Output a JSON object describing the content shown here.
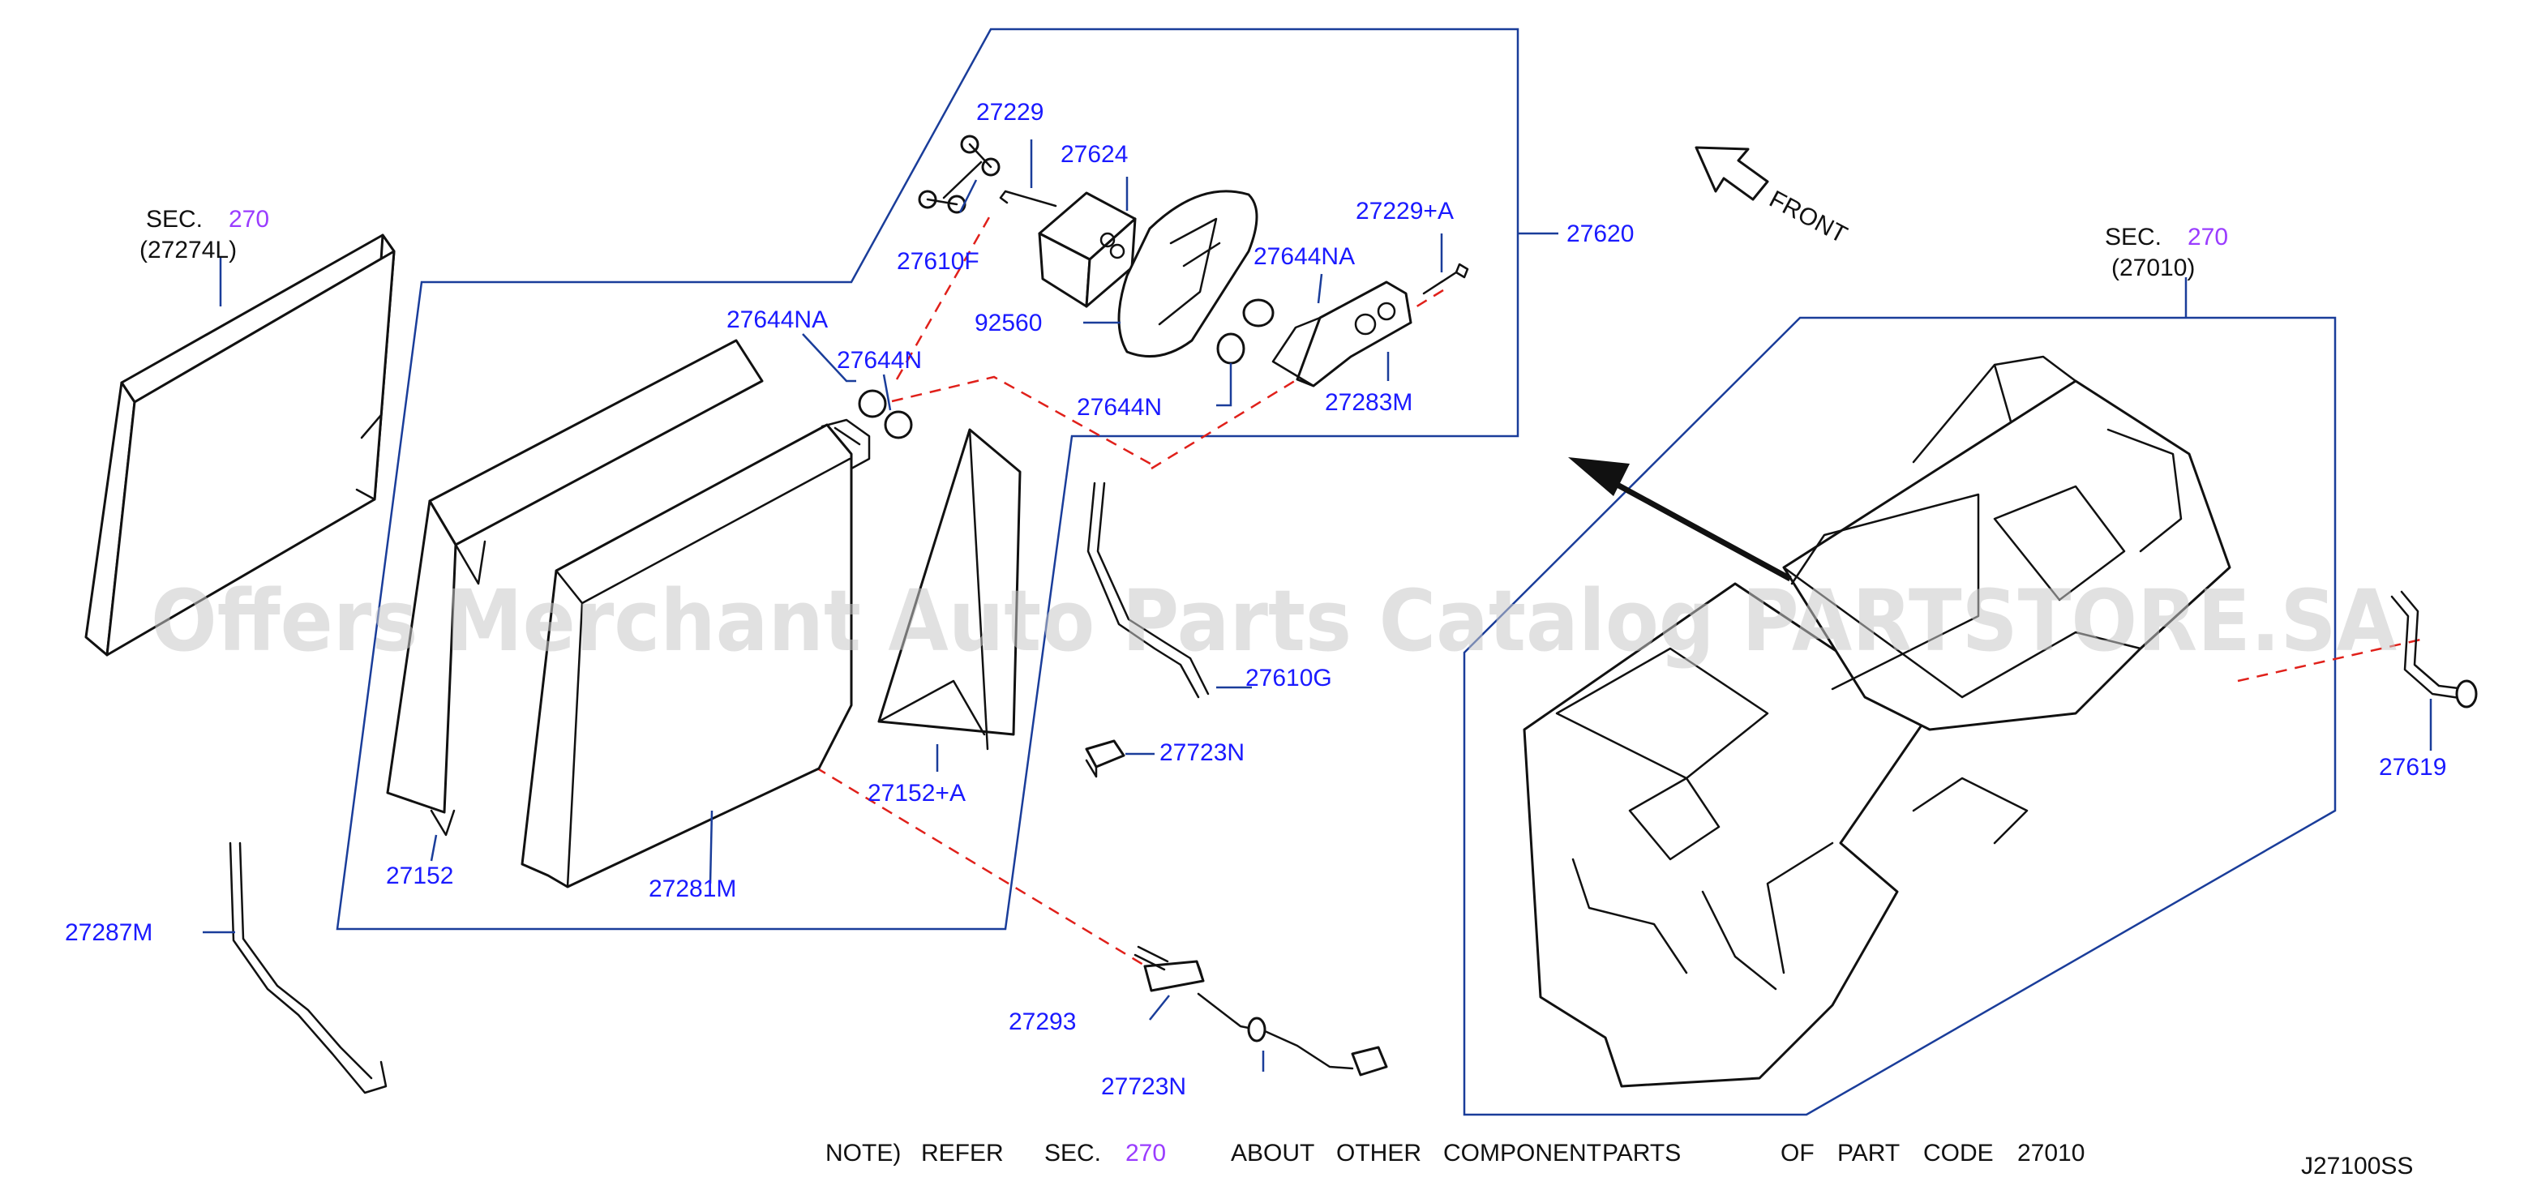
{
  "diagram": {
    "code": "J27100SS",
    "watermark": "Offers Merchant Auto Parts Catalog PARTSTORE.SA",
    "front_label": "FRONT",
    "sec_left": {
      "word": "SEC.",
      "num": "270",
      "code": "(27274L)"
    },
    "sec_right": {
      "word": "SEC.",
      "num": "270",
      "code": "(27010)"
    },
    "note": {
      "note": "NOTE)",
      "refer": "REFER",
      "sec": "SEC.",
      "num": "270",
      "about": "ABOUT",
      "other": "OTHER",
      "component": "COMPONENT",
      "parts": "PARTS",
      "of": "OF",
      "part": "PART",
      "code_word": "CODE",
      "code": "27010"
    },
    "parts": {
      "p27229": "27229",
      "p27624": "27624",
      "p27610F": "27610F",
      "p27229A": "27229+A",
      "p27620": "27620",
      "p27644NA_top": "27644NA",
      "p92560": "92560",
      "p27644N_top": "27644N",
      "p27283M": "27283M",
      "p27644NA": "27644NA",
      "p27644N": "27644N",
      "p27610G": "27610G",
      "p27723N_a": "27723N",
      "p27152A": "27152+A",
      "p27152": "27152",
      "p27281M": "27281M",
      "p27287M": "27287M",
      "p27293": "27293",
      "p27723N_b": "27723N",
      "p27619": "27619"
    },
    "colors": {
      "part_number": "#1a1aff",
      "section_number": "#9a3cff",
      "frame": "#1a3d9a",
      "dashed_line": "#e0201a"
    }
  }
}
